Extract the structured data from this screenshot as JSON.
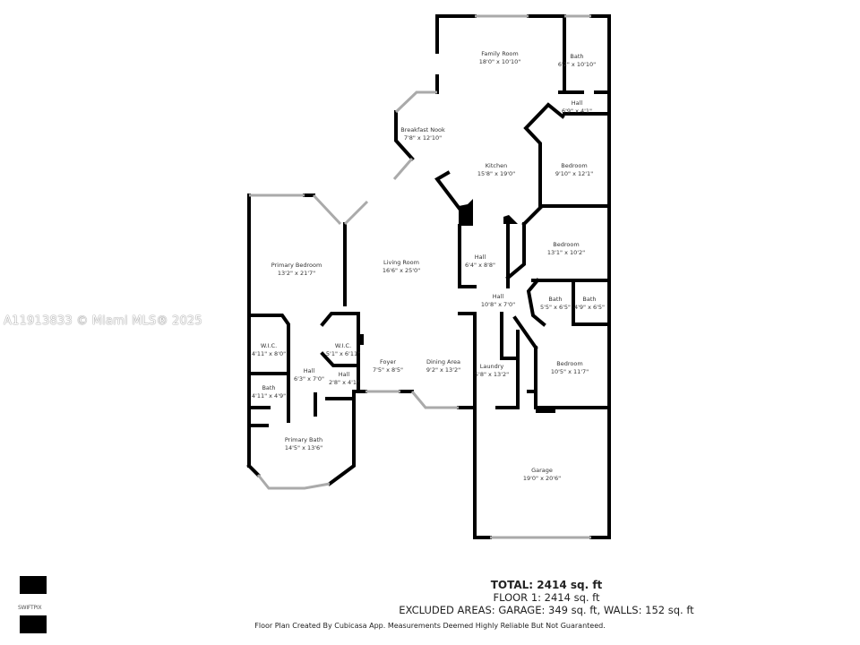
{
  "watermark": "A11913833 © Miami MLS® 2025",
  "rooms": [
    {
      "name": "Family Room",
      "size": "18'0\" x 10'10\""
    },
    {
      "name": "Bath",
      "size": "6'2\" x 10'10\""
    },
    {
      "name": "Hall",
      "size": "6'9\" x 4'1\""
    },
    {
      "name": "Breakfast Nook",
      "size": "7'8\" x 12'10\""
    },
    {
      "name": "Kitchen",
      "size": "15'8\" x 19'0\""
    },
    {
      "name": "Bedroom",
      "size": "9'10\" x 12'1\""
    },
    {
      "name": "Bedroom",
      "size": "13'1\" x 10'2\""
    },
    {
      "name": "Hall",
      "size": "6'4\" x 8'8\""
    },
    {
      "name": "Primary Bedroom",
      "size": "13'2\" x 21'7\""
    },
    {
      "name": "Living Room",
      "size": "16'6\" x 25'0\""
    },
    {
      "name": "Hall",
      "size": "10'8\" x 7'0\""
    },
    {
      "name": "Bath",
      "size": "5'5\" x 6'5\""
    },
    {
      "name": "Bath",
      "size": "4'9\" x 6'5\""
    },
    {
      "name": "W.I.C.",
      "size": "4'11\" x 8'0\""
    },
    {
      "name": "W.I.C.",
      "size": "5'1\" x 6'11\""
    },
    {
      "name": "Hall",
      "size": "6'3\" x 7'0\""
    },
    {
      "name": "Hall",
      "size": "2'8\" x 4'1\""
    },
    {
      "name": "Foyer",
      "size": "7'5\" x 8'5\""
    },
    {
      "name": "Dining Area",
      "size": "9'2\" x 13'2\""
    },
    {
      "name": "Laundry",
      "size": "5'8\" x 13'2\""
    },
    {
      "name": "Bedroom",
      "size": "10'5\" x 11'7\""
    },
    {
      "name": "Bath",
      "size": "4'11\" x 4'9\""
    },
    {
      "name": "Primary Bath",
      "size": "14'5\" x 13'6\""
    },
    {
      "name": "Garage",
      "size": "19'0\" x 20'6\""
    }
  ],
  "summary": {
    "total": "TOTAL: 2414 sq. ft",
    "floor": "FLOOR 1: 2414 sq. ft",
    "excluded": "EXCLUDED AREAS: GARAGE: 349 sq. ft, WALLS: 152 sq. ft",
    "disclaimer": "Floor Plan Created By Cubicasa App. Measurements Deemed Highly Reliable But Not Guaranteed."
  },
  "logo": {
    "text": "SWIFTPIX"
  },
  "colors": {
    "wall": "#000000",
    "window": "#bbbbbb",
    "background": "#ffffff"
  }
}
